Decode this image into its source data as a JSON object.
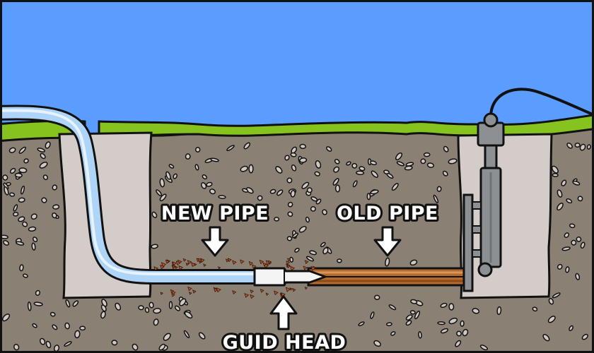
{
  "labels": {
    "new_pipe": "NEW PIPE",
    "old_pipe": "OLD PIPE",
    "guide_head": "GUID HEAD"
  },
  "colors": {
    "sky": "#5a9cff",
    "grass": "#86c31e",
    "soil": "#8a8074",
    "shaft": "#d4ccc8",
    "new_pipe": "#aed5f8",
    "new_pipe_light": "#dcefff",
    "old_pipe": "#b4692d",
    "old_pipe_light": "#d9965a",
    "machine": "#8c9092",
    "outline": "#111111",
    "debris": "#b9542c"
  },
  "icons": [
    "arrow-down-icon",
    "arrow-up-icon"
  ]
}
